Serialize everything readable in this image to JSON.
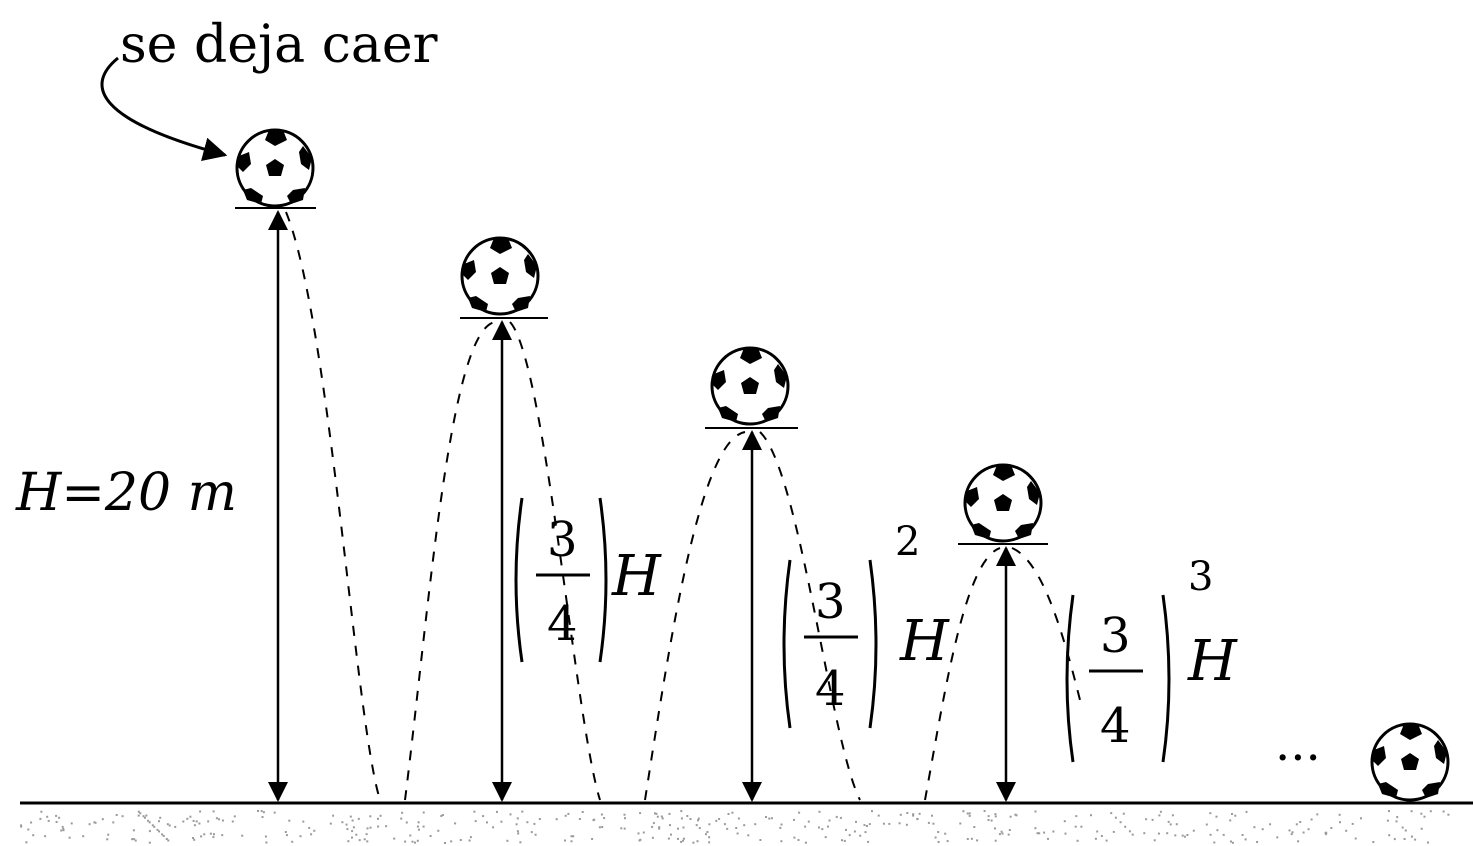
{
  "caption": "se deja caer",
  "labels": {
    "h0": "H=20 m",
    "ratio_num": "3",
    "ratio_den": "4",
    "H": "H",
    "exp2": "2",
    "exp3": "3",
    "ellipsis": "..."
  },
  "colors": {
    "ink": "#000000",
    "ground_speckle": "#9a9a9a"
  },
  "icons": [
    "soccer-ball-icon"
  ]
}
